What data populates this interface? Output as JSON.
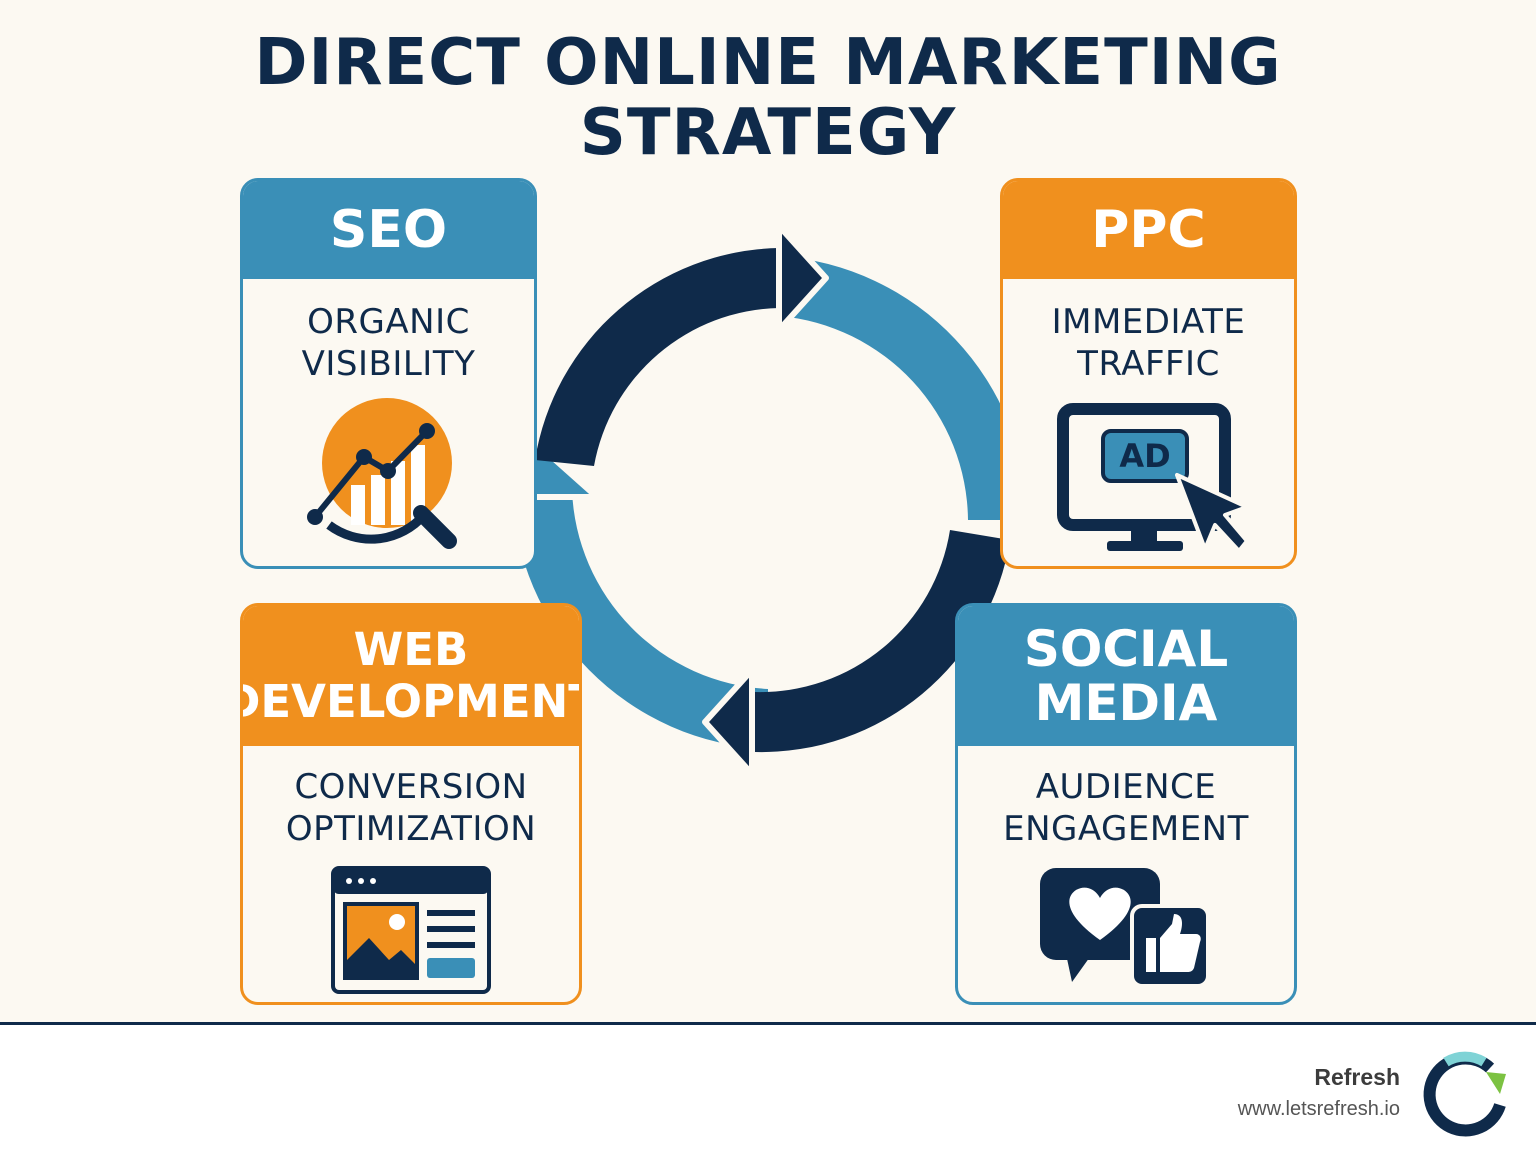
{
  "title": {
    "line1": "DIRECT ONLINE MARKETING",
    "line2": "STRATEGY"
  },
  "cards": {
    "seo": {
      "title": "SEO",
      "subtitle_line1": "ORGANIC",
      "subtitle_line2": "VISIBILITY",
      "icon": "analytics-magnifier-icon",
      "color": "#3a8fb7"
    },
    "ppc": {
      "title": "PPC",
      "subtitle_line1": "IMMEDIATE",
      "subtitle_line2": "TRAFFIC",
      "icon": "monitor-ad-icon",
      "icon_text": "AD",
      "color": "#f0901e"
    },
    "web": {
      "title_line1": "WEB",
      "title_line2": "DEVELOPMENT",
      "subtitle_line1": "CONVERSION",
      "subtitle_line2": "OPTIMIZATION",
      "icon": "webpage-layout-icon",
      "color": "#f0901e"
    },
    "social": {
      "title_line1": "SOCIAL",
      "title_line2": "MEDIA",
      "subtitle_line1": "AUDIENCE",
      "subtitle_line2": "ENGAGEMENT",
      "icon": "heart-thumbs-up-icon",
      "color": "#3a8fb7"
    }
  },
  "colors": {
    "navy": "#0f2a4a",
    "blue": "#3a8fb7",
    "orange": "#f0901e",
    "background": "#fcf9f2"
  },
  "footer": {
    "brand": "Refresh",
    "url": "www.letsrefresh.io",
    "logo_icon": "refresh-logo-icon"
  }
}
